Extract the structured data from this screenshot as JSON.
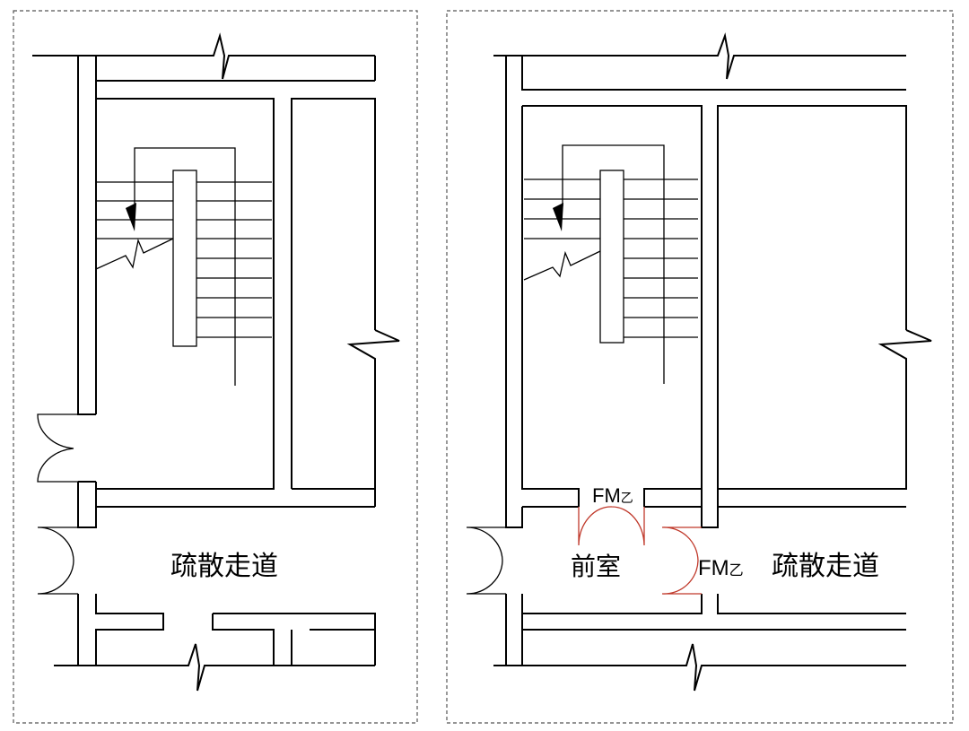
{
  "left_plan": {
    "corridor_label": "疏散走道"
  },
  "right_plan": {
    "anteroom_label": "前室",
    "corridor_label": "疏散走道",
    "door_top": {
      "main": "FM",
      "sub": "乙"
    },
    "door_right": {
      "main": "FM",
      "sub": "乙"
    }
  },
  "colors": {
    "line": "#000000",
    "frame": "#555555",
    "fire_door": "#c0392b"
  }
}
